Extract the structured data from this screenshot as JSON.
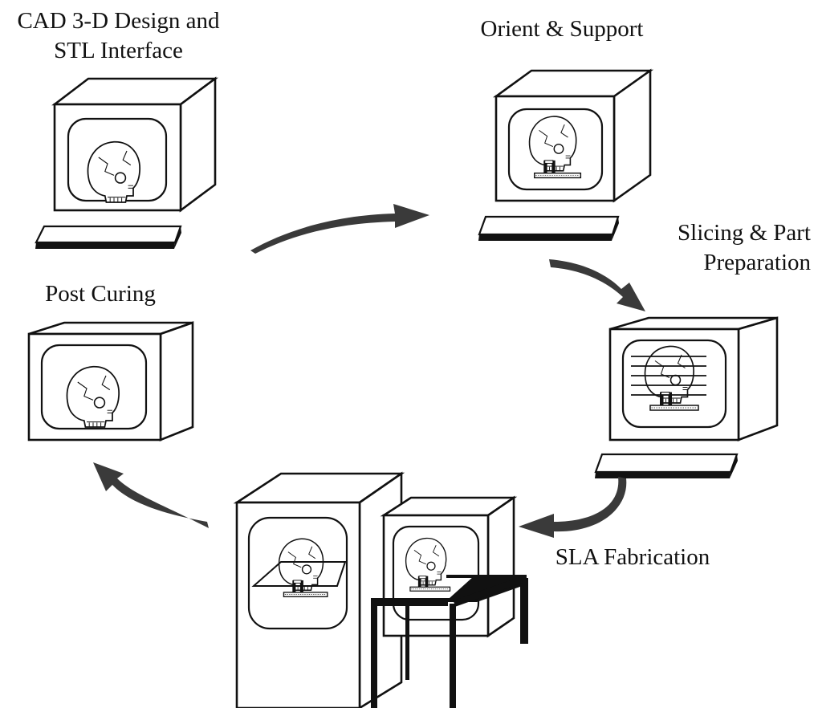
{
  "stages": {
    "cad": {
      "line1": "CAD 3-D Design and",
      "line2": "STL Interface"
    },
    "orient": {
      "line1": "Orient & Support"
    },
    "slicing": {
      "line1": "Slicing & Part",
      "line2": "Preparation"
    },
    "fabrication": {
      "line1": "SLA Fabrication"
    },
    "post": {
      "line1": "Post Curing"
    }
  },
  "colors": {
    "ink": "#111111",
    "arrow": "#3a3a3a",
    "background": "#ffffff"
  }
}
